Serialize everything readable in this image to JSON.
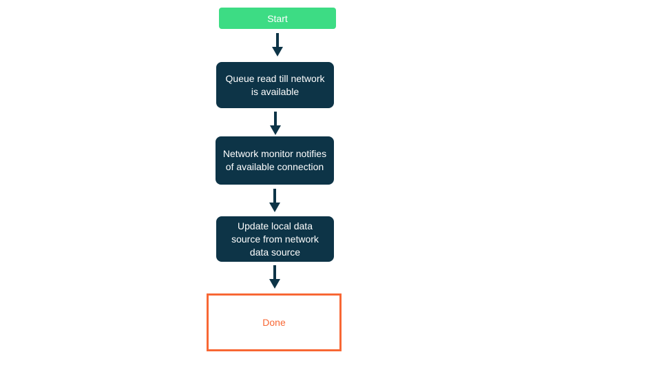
{
  "canvas": {
    "background": "#ffffff"
  },
  "colors": {
    "start_fill": "#3ddc84",
    "process_fill": "#0d3447",
    "arrow": "#0d3447",
    "end_border": "#f86734",
    "end_text": "#f86734",
    "node_text": "#ffffff"
  },
  "flowchart": {
    "nodes": [
      {
        "id": "start",
        "type": "start",
        "label": "Start"
      },
      {
        "id": "queue-read",
        "type": "process",
        "label": "Queue read till network is available"
      },
      {
        "id": "network-monitor",
        "type": "process",
        "label": "Network monitor notifies of available connection"
      },
      {
        "id": "update-local-data",
        "type": "process",
        "label": "Update local data source from network data source"
      },
      {
        "id": "done",
        "type": "end",
        "label": "Done"
      }
    ]
  }
}
